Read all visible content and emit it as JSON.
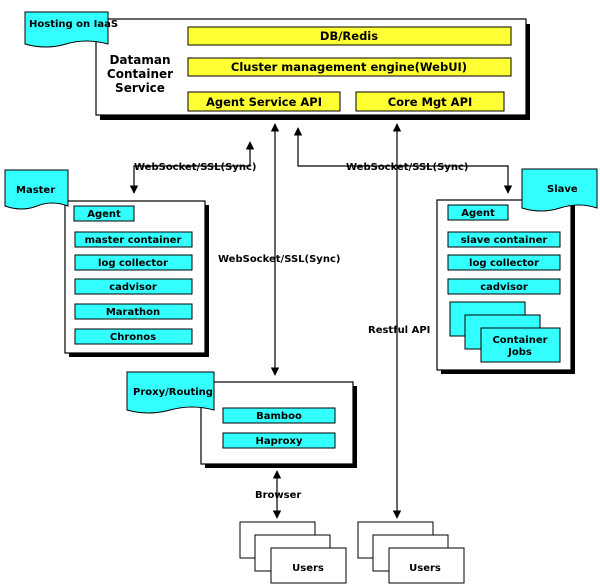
{
  "iaas": {
    "tag": "Hosting on IaaS",
    "service_lines": [
      "Dataman",
      "Container",
      "Service"
    ],
    "db": "DB/Redis",
    "cluster": "Cluster management engine(WebUI)",
    "agent_api": "Agent Service API",
    "core_api": "Core Mgt API"
  },
  "master": {
    "tag": "Master",
    "agent": "Agent",
    "items": [
      "master container",
      "log collector",
      "cadvisor",
      "Marathon",
      "Chronos"
    ]
  },
  "slave": {
    "tag": "Slave",
    "agent": "Agent",
    "items": [
      "slave container",
      "log collector",
      "cadvisor"
    ],
    "jobs_lines": [
      "Container",
      "Jobs"
    ]
  },
  "proxy": {
    "tag": "Proxy/Routing",
    "items": [
      "Bamboo",
      "Haproxy"
    ]
  },
  "edges": {
    "master_link": "WebSocket/SSL(Sync)",
    "slave_link": "WebSocket/SSL(Sync)",
    "proxy_link": "WebSocket/SSL(Sync)",
    "restful": "Restful API",
    "browser": "Browser"
  },
  "users": {
    "left": "Users",
    "right": "Users"
  }
}
